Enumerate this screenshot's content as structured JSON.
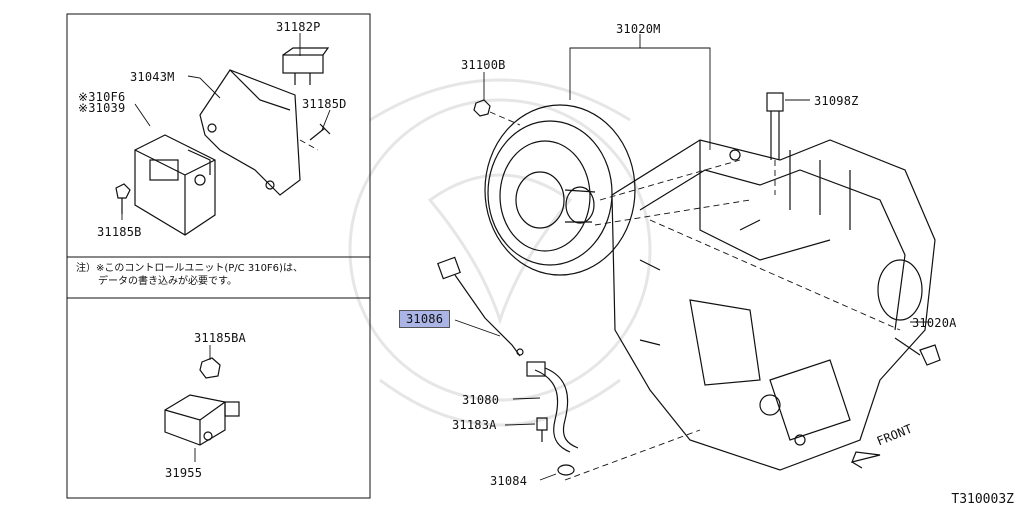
{
  "parts": {
    "p31182P": "31182P",
    "p31043M": "31043M",
    "p310F6": "※310F6",
    "p31039": "※31039",
    "p31185D": "31185D",
    "p31185B": "31185B",
    "p31185BA": "31185BA",
    "p31955": "31955",
    "p31100B": "31100B",
    "p31020M": "31020M",
    "p31098Z": "31098Z",
    "p31086": "31086",
    "p31020A": "31020A",
    "p31080": "31080",
    "p31183A": "31183A",
    "p31084": "31084"
  },
  "note": {
    "line1": "注）※このコントロールユニット(P/C 310F6)は、",
    "line2": "データの書き込みが必要です。"
  },
  "front_label": "FRONT",
  "figure_id": "T310003Z",
  "colors": {
    "highlight": "#aab4e6",
    "line": "#111111",
    "watermark": "#e6e6e6"
  }
}
